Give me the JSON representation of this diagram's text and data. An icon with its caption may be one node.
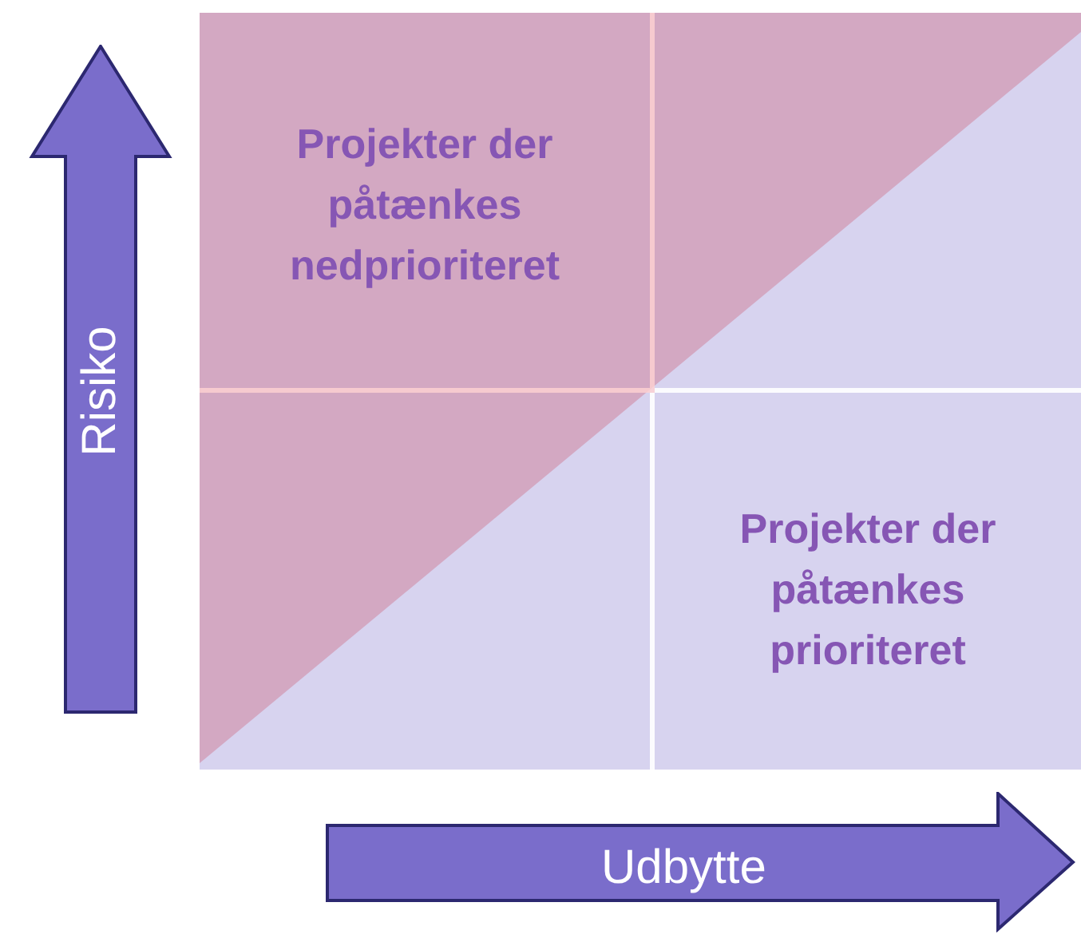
{
  "diagram": {
    "nodes": [
      {
        "text": [
          "Projekter der påtænkes nedprioriteret"
        ]
      },
      {
        "text": [],
        "shape": "box"
      },
      {
        "text": [],
        "shape": "box"
      },
      {
        "text": [
          "Projekter der påtænkes prioriteret"
        ]
      }
    ],
    "labels": [
      "Risiko",
      "Udbytte"
    ]
  }
}
